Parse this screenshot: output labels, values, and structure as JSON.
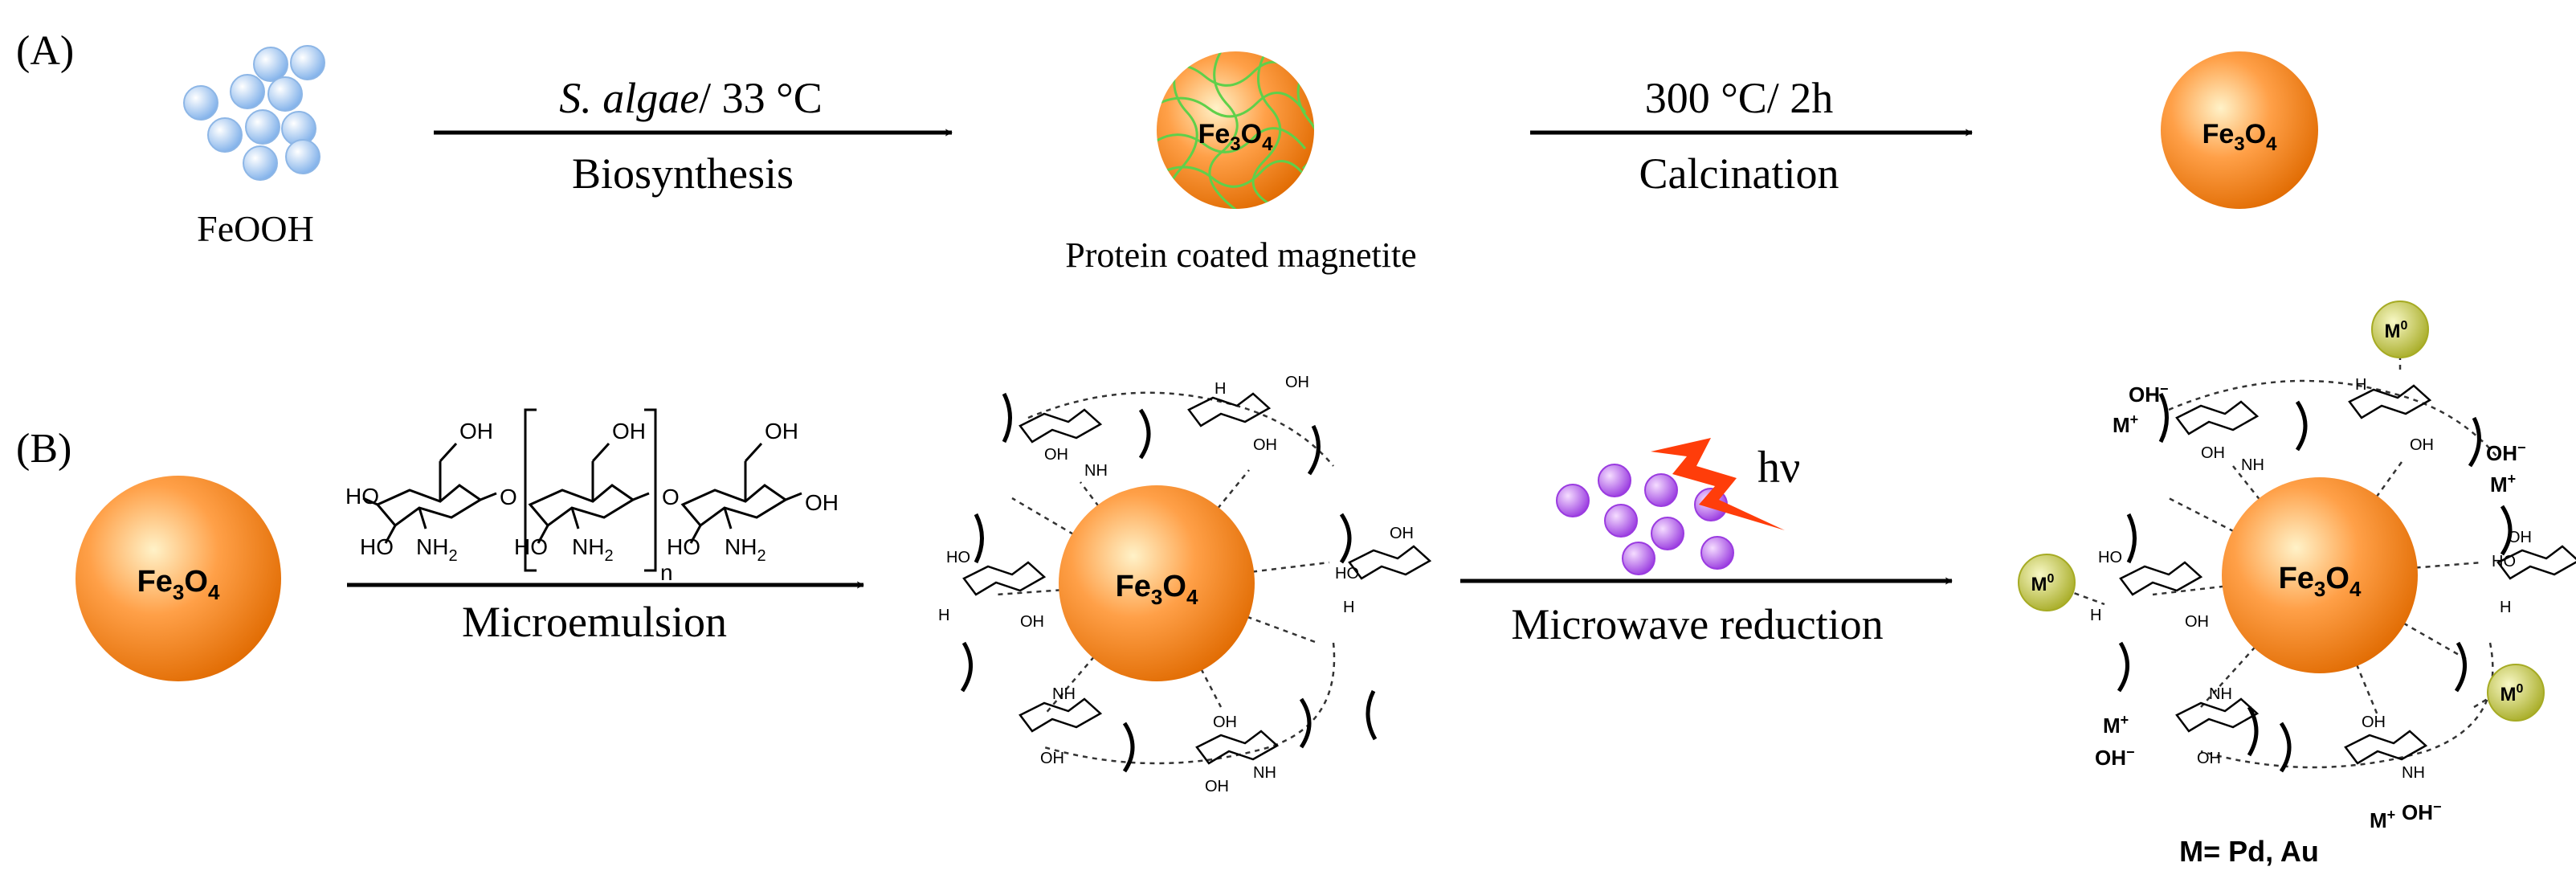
{
  "panel_a": {
    "label": "(A)",
    "precursor_label": "FeOOH",
    "step1_top": "S. algae",
    "step1_top_suffix": "/ 33 °C",
    "step1_bottom": "Biosynthesis",
    "intermediate_text": "Fe",
    "intermediate_sub1": "3",
    "intermediate_mid": "O",
    "intermediate_sub2": "4",
    "intermediate_label": "Protein coated magnetite",
    "step2_top": "300 °C/ 2h",
    "step2_bottom": "Calcination",
    "product_text": "Fe",
    "product_sub1": "3",
    "product_mid": "O",
    "product_sub2": "4"
  },
  "panel_b": {
    "label": "(B)",
    "start_text": "Fe",
    "start_sub1": "3",
    "start_mid": "O",
    "start_sub2": "4",
    "step1_bottom": "Microemulsion",
    "polymer_repeat": "n",
    "mid_text": "Fe",
    "mid_sub1": "3",
    "mid_mid": "O",
    "mid_sub2": "4",
    "step2_top": "hν",
    "step2_bottom": "Microwave reduction",
    "product_text": "Fe",
    "product_sub1": "3",
    "product_mid": "O",
    "product_sub2": "4",
    "metal_label": "M",
    "metal_sup": "0",
    "ion_m": "M",
    "ion_plus": "+",
    "ion_oh": "OH",
    "ion_minus": "−",
    "footnote": "M= Pd, Au"
  },
  "molecule_labels": {
    "oh": "OH",
    "ho": "HO",
    "nh2": "NH",
    "h2n": "H",
    "two": "2",
    "o": "O"
  },
  "colors": {
    "orange_center": "#fff2c8",
    "orange_mid": "#ffa048",
    "orange_edge": "#e06a00",
    "blue_center": "#ffffff",
    "blue_edge": "#7fb0ea",
    "purple_center": "#f5ddff",
    "purple_edge": "#9a3be0",
    "green_center": "#f8f8c6",
    "green_edge": "#a6ab24",
    "lightning": "#ff3d0a",
    "protein_mesh": "#5fd04a"
  }
}
